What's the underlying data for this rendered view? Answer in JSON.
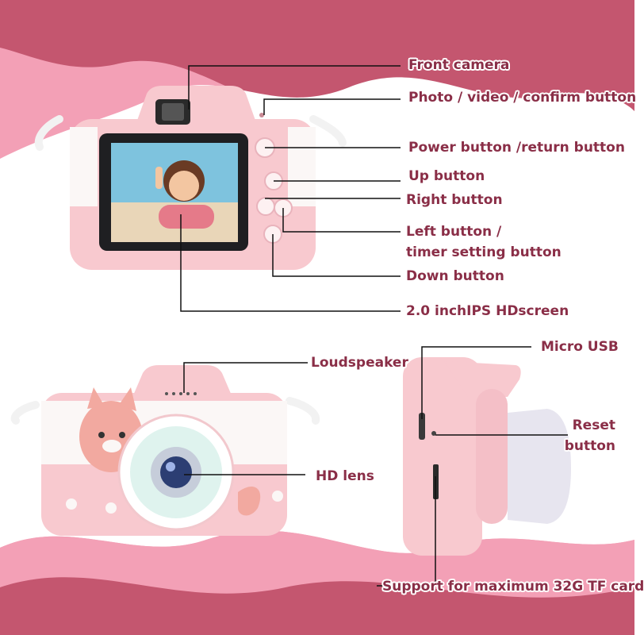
{
  "colors": {
    "background_wave": "#f3a0b6",
    "background_wave_dark": "#c4566f",
    "camera_body": "#f8c9cf",
    "camera_white": "#fbf7f6",
    "label_text": "#8a2e47",
    "leader_line": "#111111"
  },
  "labels": {
    "front_camera": "Front camera",
    "photo_video_confirm": "Photo / video / confirm button",
    "power_return": "Power button /return button",
    "up": "Up button",
    "right": "Right button",
    "left_timer_line1": "Left button /",
    "left_timer_line2": "timer setting button",
    "down": "Down button",
    "screen": "2.0 inchIPS HDscreen",
    "loudspeaker": "Loudspeaker",
    "hd_lens": "HD lens",
    "micro_usb": "Micro USB",
    "reset_line1": "Reset",
    "reset_line2": "button",
    "tf_card": "Support for maximum 32G TF card"
  },
  "icons": {
    "back_view": "kids-camera-back-view",
    "front_view": "kids-camera-front-view-cat",
    "side_view": "kids-camera-side-view",
    "screen_photo": "girl-peace-sign-photo"
  }
}
